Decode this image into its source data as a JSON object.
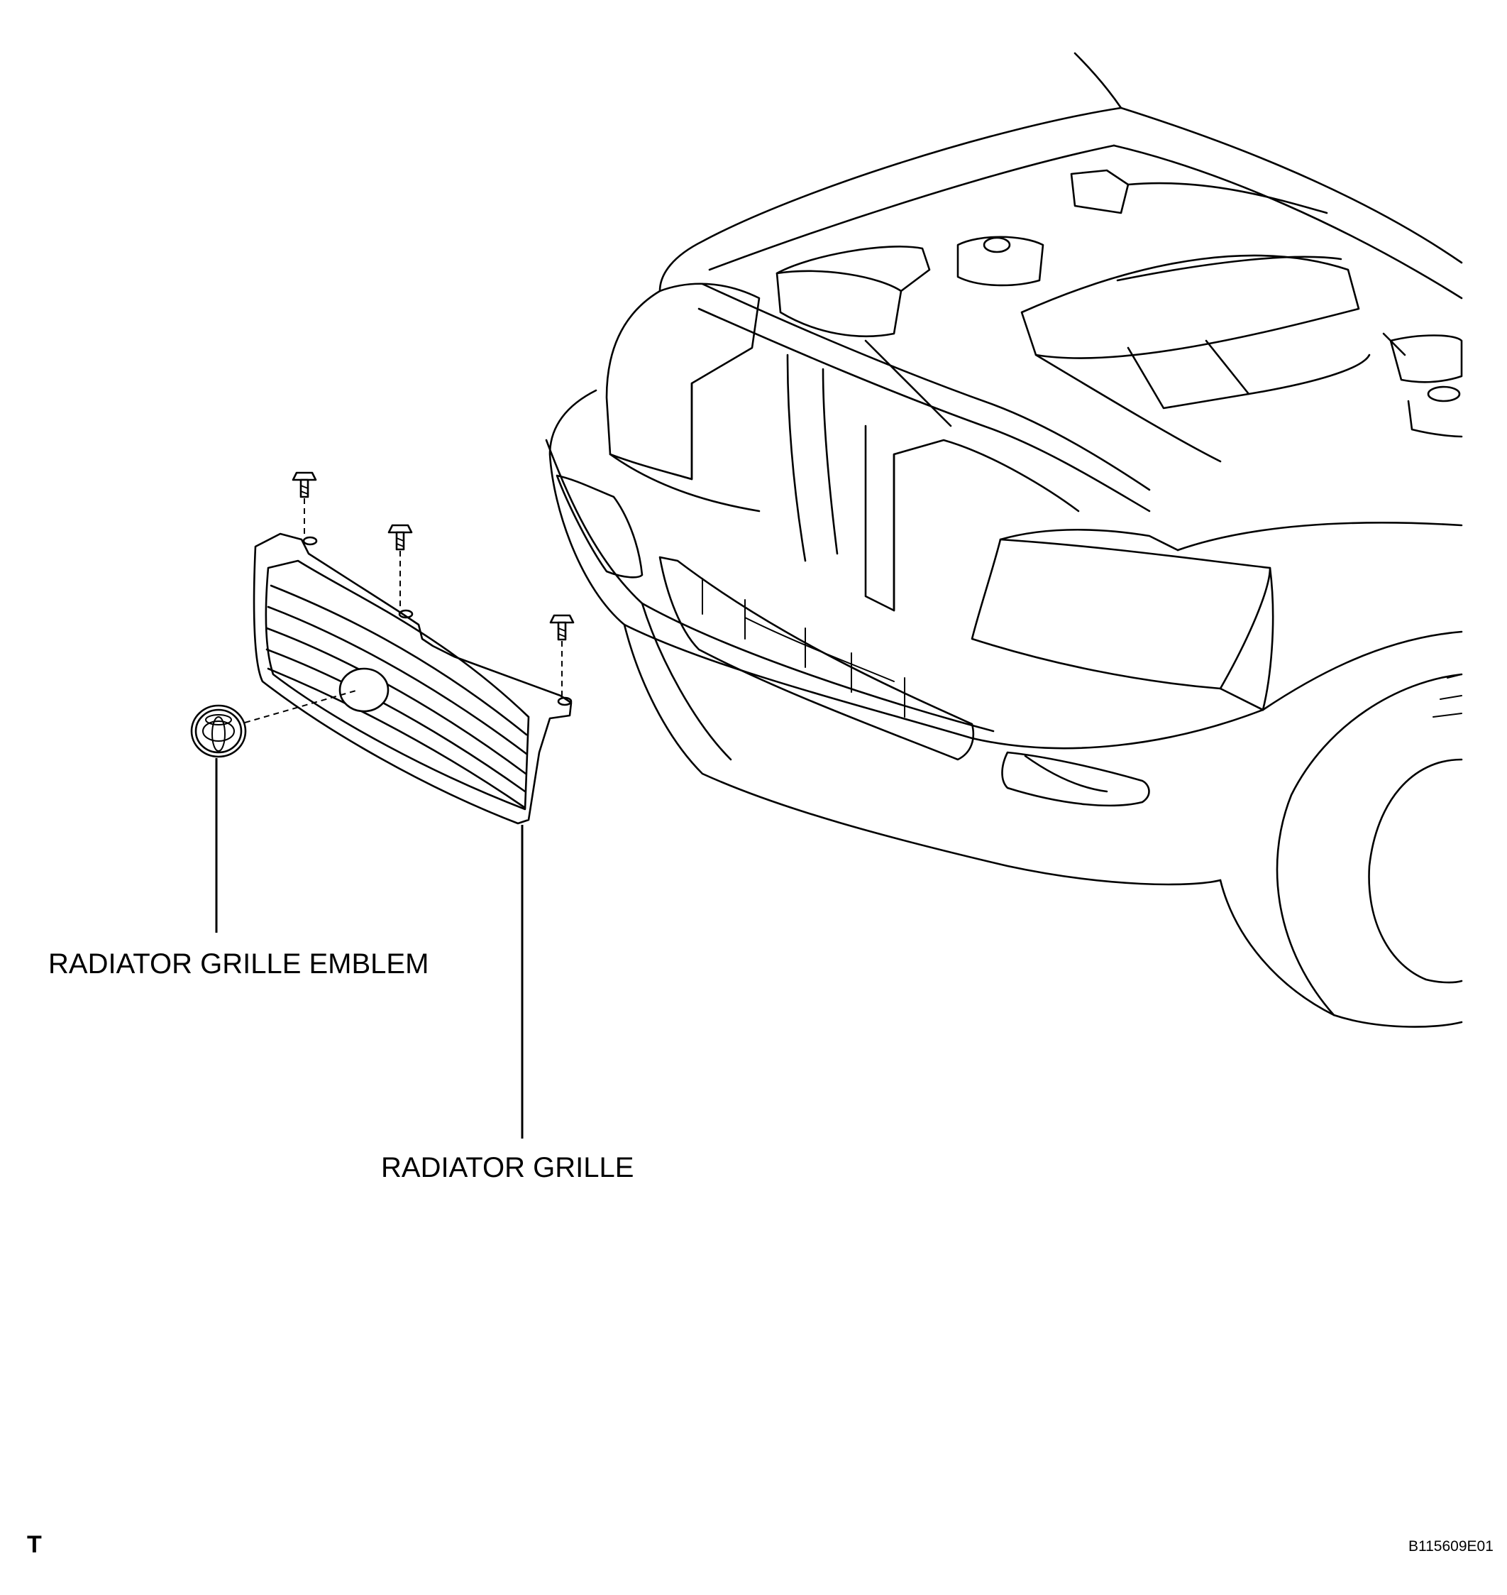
{
  "labels": {
    "emblem": "RADIATOR GRILLE EMBLEM",
    "grille": "RADIATOR GRILLE"
  },
  "footer": {
    "page_code": "T",
    "figure_id": "B115609E01"
  },
  "colors": {
    "line": "#000000",
    "background": "#ffffff"
  },
  "parts": [
    "radiator-grille",
    "radiator-grille-emblem",
    "screws",
    "vehicle-front-end"
  ]
}
